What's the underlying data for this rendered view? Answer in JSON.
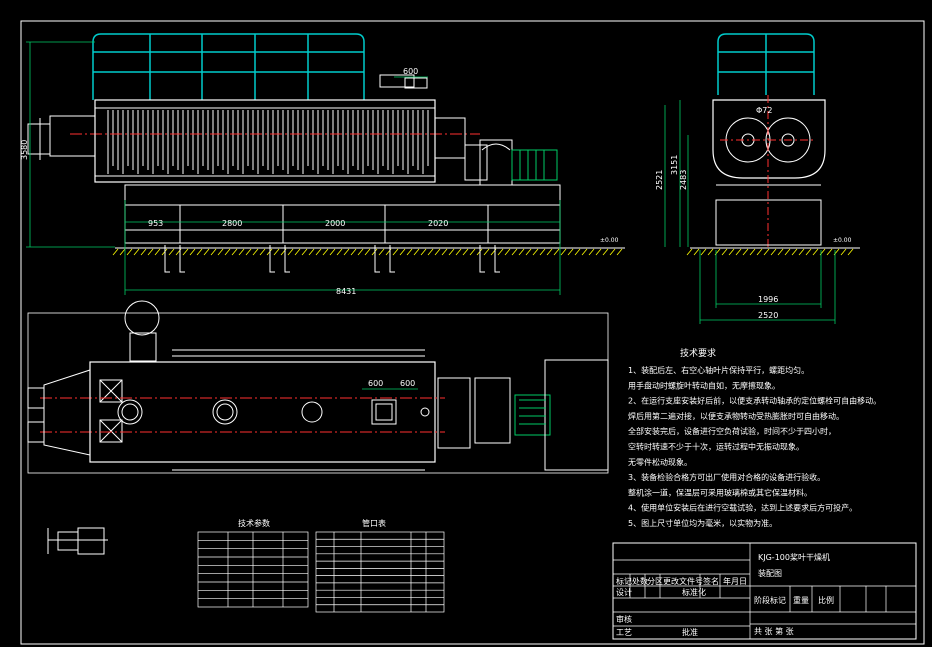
{
  "drawing": {
    "dims_side": [
      "953",
      "2800",
      "2000",
      "2020"
    ],
    "dim_total_length": "8431",
    "dim_top_600": "600",
    "dim_height_left": "3580",
    "dim_plan_600a": "600",
    "dim_plan_600b": "600",
    "dims_end": {
      "top": "Φ72",
      "h1": "2521",
      "h2": "3151",
      "h3": "2483",
      "w_inner": "1996",
      "w_outer": "2520"
    },
    "ground_mark": "±0.00"
  },
  "notes": {
    "title": "技术要求",
    "lines": [
      "1、装配后左、右空心轴叶片保持平行，螺距均匀。",
      "    用手盘动时螺旋叶转动自如，无摩擦现象。",
      "2、在运行支座安装好后前，以便支承转动轴承的定位螺栓可自由移动。",
      "焊后用第二遍对接，以便支承物转动受热膨胀时可自由移动。",
      "全部安装完后，设备进行空负荷试验，时间不少于四小时，",
      "空转时转速不少于十次，运转过程中无振动现象。",
      "无零件松动现象。",
      "3、装备检验合格方可出厂使用对合格的设备进行验收。",
      "整机涂一道，保温层可采用玻璃棉或其它保温材料。",
      "4、使用单位安装后在进行空载试验，达到上述要求后方可投产。",
      "5、图上尺寸单位均为毫米，以实物为准。"
    ]
  },
  "tables": {
    "params_title": "技术参数",
    "ports_title": "管口表"
  },
  "title_block": {
    "drawing_name": "KJG-100桨叶干燥机",
    "drawing_sub": "装配图",
    "row_labels": [
      "标记",
      "处数",
      "分区",
      "更改文件号",
      "签名",
      "年月日"
    ],
    "design": "设计",
    "standard": "标准化",
    "check": "审核",
    "process": "工艺",
    "approve": "批准",
    "stage": "阶段标记",
    "weight": "重量",
    "scale": "比例",
    "sheets": "共  张  第  张"
  }
}
